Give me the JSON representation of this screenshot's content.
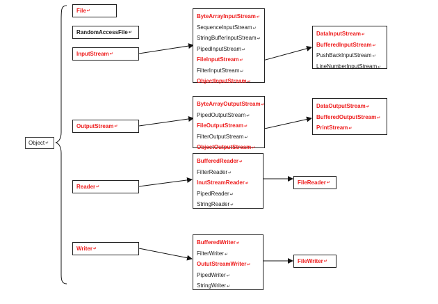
{
  "mark": "↵",
  "root": {
    "label": "Object"
  },
  "classes": {
    "file": {
      "label": "File",
      "color": "red"
    },
    "random_access_file": {
      "label": "RandomAccessFile",
      "color": "black"
    },
    "input_stream": {
      "label": "InputStream",
      "color": "red"
    },
    "output_stream": {
      "label": "OutputStream",
      "color": "red"
    },
    "reader": {
      "label": "Reader",
      "color": "red"
    },
    "writer": {
      "label": "Writer",
      "color": "red"
    }
  },
  "input_stream_subclasses": [
    {
      "label": "ByteArrayInputStream",
      "color": "red"
    },
    {
      "label": "SequenceInputStream",
      "color": "black"
    },
    {
      "label": "StringBufferInputStream",
      "color": "black"
    },
    {
      "label": "PipedInputStream",
      "color": "black"
    },
    {
      "label": "FileInputStream",
      "color": "red"
    },
    {
      "label": "FilterInputStream",
      "color": "black"
    },
    {
      "label": "ObjectInputStream",
      "color": "red"
    }
  ],
  "filter_input_stream_subclasses": [
    {
      "label": "DataInputStream",
      "color": "red"
    },
    {
      "label": "BufferedInputStream",
      "color": "red"
    },
    {
      "label": "PushBackInputStream",
      "color": "black"
    },
    {
      "label": "LineNumberInputStream",
      "color": "black"
    }
  ],
  "output_stream_subclasses": [
    {
      "label": "ByteArrayOutputStream",
      "color": "red"
    },
    {
      "label": "PipedOutputStream",
      "color": "black"
    },
    {
      "label": "FileOutputStream",
      "color": "red"
    },
    {
      "label": "FilterOutputStream",
      "color": "black"
    },
    {
      "label": "ObjectOutputStream",
      "color": "red"
    }
  ],
  "filter_output_stream_subclasses": [
    {
      "label": "DataOutputStream",
      "color": "red"
    },
    {
      "label": "BufferedOutputStream",
      "color": "red"
    },
    {
      "label": "PrintStream",
      "color": "red"
    }
  ],
  "reader_subclasses": [
    {
      "label": "BufferedReader",
      "color": "red"
    },
    {
      "label": "FilterReader",
      "color": "black"
    },
    {
      "label": "InutStreamReader",
      "color": "red"
    },
    {
      "label": "PipedReader",
      "color": "black"
    },
    {
      "label": "StringReader",
      "color": "black"
    }
  ],
  "input_stream_reader_subclasses": [
    {
      "label": "FileReader",
      "color": "red"
    }
  ],
  "writer_subclasses": [
    {
      "label": "BufferedWriter",
      "color": "red"
    },
    {
      "label": "FilterWriter",
      "color": "black"
    },
    {
      "label": "OututStreamWriter",
      "color": "red"
    },
    {
      "label": "PipedWriter",
      "color": "black"
    },
    {
      "label": "StringWriter",
      "color": "black"
    }
  ],
  "output_stream_writer_subclasses": [
    {
      "label": "FileWriter",
      "color": "red"
    }
  ],
  "colors": {
    "red": "#ee1c1c",
    "black": "#1a1a1a",
    "line": "#111111",
    "border": "#222222"
  }
}
